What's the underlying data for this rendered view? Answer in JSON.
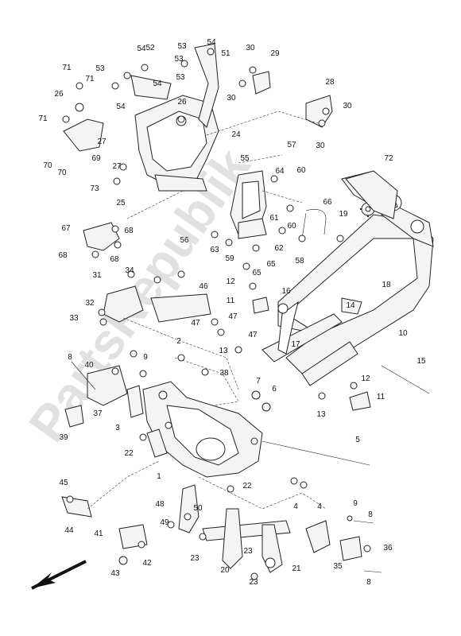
{
  "watermark": "PartsRepublik",
  "callouts": [
    "1",
    "2",
    "3",
    "4",
    "4",
    "5",
    "6",
    "7",
    "8",
    "8",
    "8",
    "9",
    "9",
    "10",
    "11",
    "11",
    "12",
    "12",
    "13",
    "13",
    "14",
    "15",
    "16",
    "17",
    "18",
    "19",
    "20",
    "21",
    "22",
    "22",
    "23",
    "23",
    "23",
    "24",
    "25",
    "26",
    "26",
    "27",
    "27",
    "28",
    "29",
    "30",
    "30",
    "30",
    "30",
    "31",
    "32",
    "33",
    "34",
    "35",
    "36",
    "37",
    "38",
    "39",
    "40",
    "41",
    "42",
    "43",
    "44",
    "45",
    "46",
    "47",
    "47",
    "47",
    "48",
    "49",
    "50",
    "51",
    "52",
    "53",
    "53",
    "53",
    "53",
    "54",
    "54",
    "54",
    "54",
    "55",
    "56",
    "57",
    "58",
    "59",
    "60",
    "60",
    "61",
    "62",
    "63",
    "64",
    "65",
    "65",
    "66",
    "67",
    "68",
    "68",
    "68",
    "69",
    "70",
    "70",
    "71",
    "71",
    "71",
    "72",
    "73"
  ],
  "icons": {
    "direction": "front-arrow-icon",
    "bearing": "wrench-gear-icon"
  }
}
